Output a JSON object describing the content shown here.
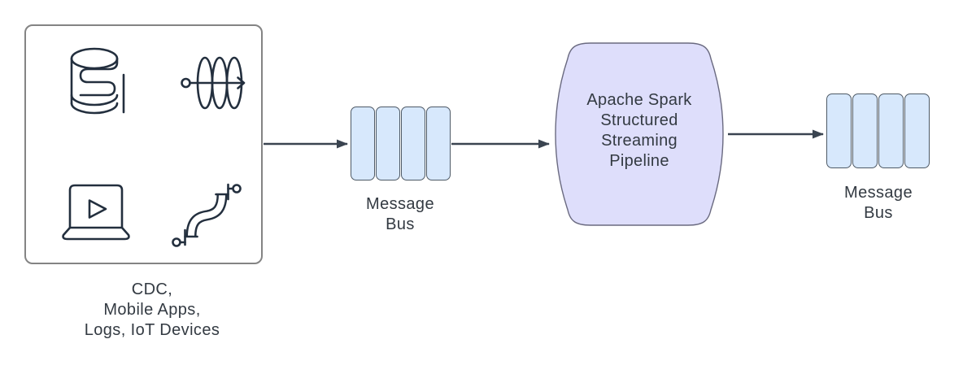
{
  "sources": {
    "label": "CDC,\nMobile Apps,\nLogs, IoT Devices",
    "icons": [
      "database-icon",
      "data-stream-icon",
      "laptop-play-icon",
      "data-pipeline-icon"
    ]
  },
  "pipeline": {
    "message_bus_in": {
      "label": "Message\nBus",
      "segments": 4
    },
    "spark_node": {
      "label": "Apache Spark\nStructured\nStreaming\nPipeline"
    },
    "message_bus_out": {
      "label": "Message\nBus",
      "segments": 4
    }
  },
  "colors": {
    "bus_fill": "#d7e8fc",
    "bus_stroke": "#4e5a66",
    "spark_fill": "#dedefb",
    "spark_stroke": "#6a6a80",
    "arrow": "#3a4450",
    "icon_stroke": "#232f3e",
    "text": "#333a42",
    "source_box_border": "#848484"
  }
}
